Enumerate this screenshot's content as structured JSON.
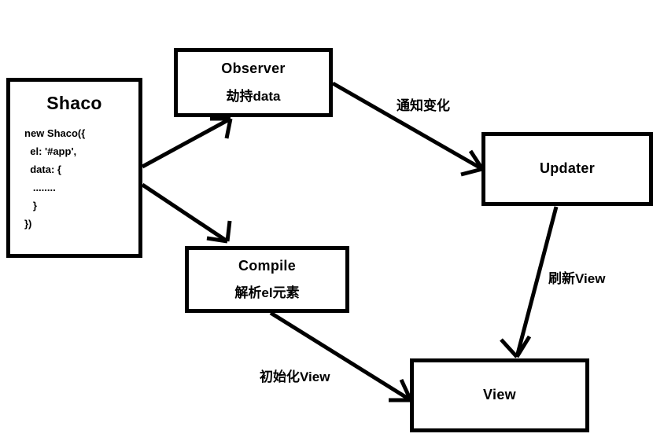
{
  "diagram": {
    "title": "Shaco MVVM data flow diagram",
    "background_color": "#ffffff",
    "stroke_color": "#000000",
    "nodes": [
      {
        "id": "shaco",
        "title": "Shaco",
        "code_lines": [
          "new Shaco({",
          "  el: '#app',",
          "  data: {",
          "   ........",
          "   }",
          "})"
        ]
      },
      {
        "id": "observer",
        "title": "Observer",
        "subtitle": "劫持data"
      },
      {
        "id": "compile",
        "title": "Compile",
        "subtitle": "解析el元素"
      },
      {
        "id": "updater",
        "title": "Updater",
        "subtitle": ""
      },
      {
        "id": "view",
        "title": "View",
        "subtitle": ""
      }
    ],
    "edges": [
      {
        "id": "shaco-observer",
        "from": "shaco",
        "to": "observer",
        "label": ""
      },
      {
        "id": "shaco-compile",
        "from": "shaco",
        "to": "compile",
        "label": ""
      },
      {
        "id": "observer-updater",
        "from": "observer",
        "to": "updater",
        "label": "通知变化"
      },
      {
        "id": "updater-view",
        "from": "updater",
        "to": "view",
        "label": "刷新View"
      },
      {
        "id": "compile-view",
        "from": "compile",
        "to": "view",
        "label": "初始化View"
      }
    ]
  }
}
